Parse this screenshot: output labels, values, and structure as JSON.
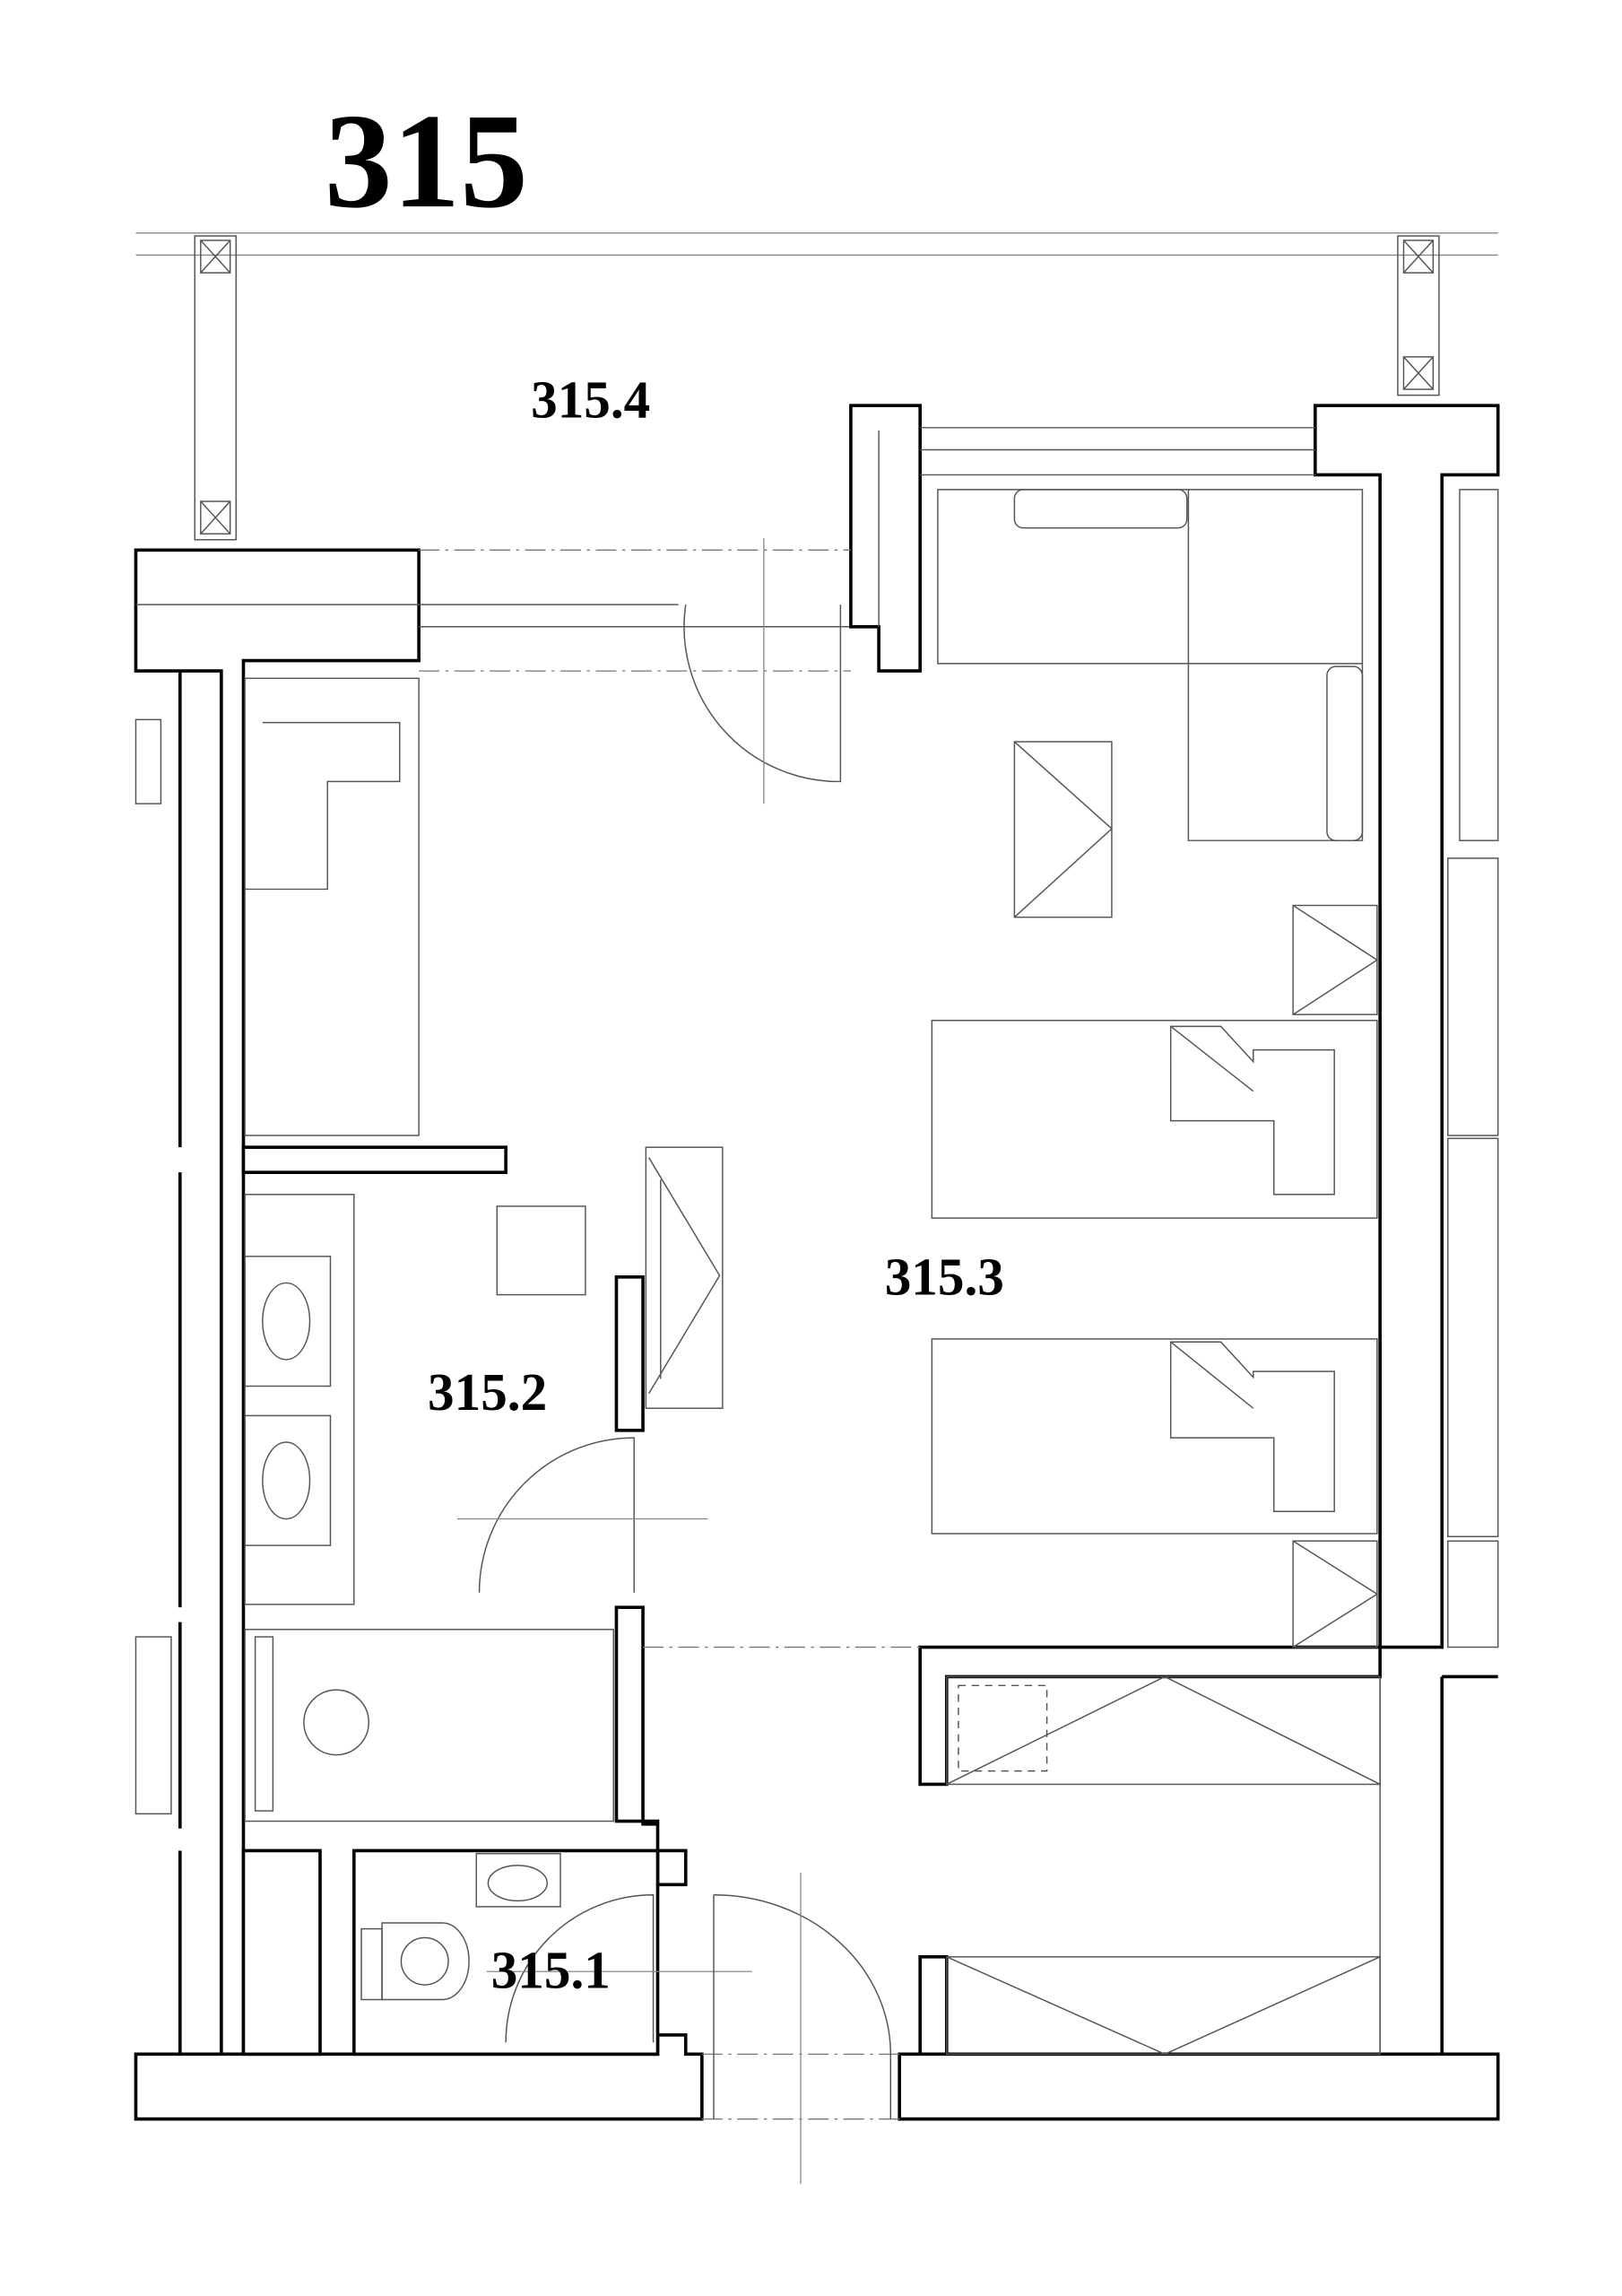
{
  "plan": {
    "title": "315",
    "rooms": [
      {
        "id": "balcony",
        "label": "315.4"
      },
      {
        "id": "living",
        "label": "315.3"
      },
      {
        "id": "bathroom",
        "label": "315.2"
      },
      {
        "id": "wc",
        "label": "315.1"
      }
    ],
    "colors": {
      "ink": "#000000",
      "thin": "#777777",
      "paper": "#ffffff"
    }
  }
}
